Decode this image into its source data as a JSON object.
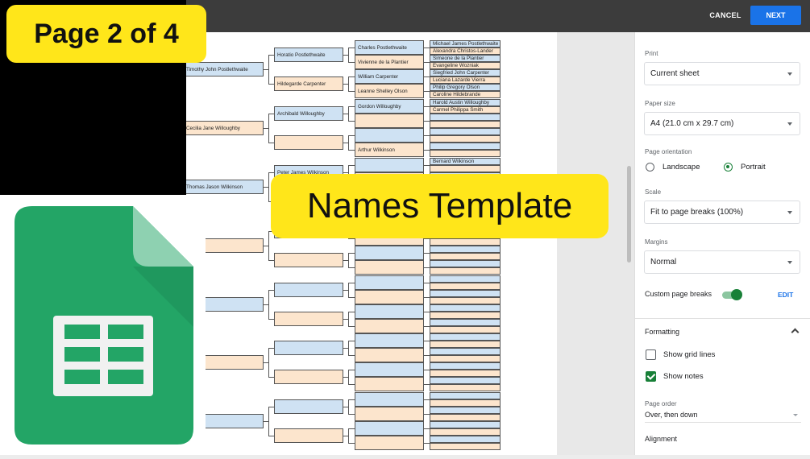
{
  "dialog": {
    "cancel_label": "CANCEL",
    "next_label": "NEXT",
    "accent_color": "#1a73e8",
    "green_color": "#188038"
  },
  "settings": {
    "print_label": "Print",
    "print_value": "Current sheet",
    "paper_size_label": "Paper size",
    "paper_size_value": "A4 (21.0 cm x 29.7 cm)",
    "orientation_label": "Page orientation",
    "landscape_label": "Landscape",
    "portrait_label": "Portrait",
    "orientation_selected": "Portrait",
    "scale_label": "Scale",
    "scale_value": "Fit to page breaks (100%)",
    "margins_label": "Margins",
    "margins_value": "Normal",
    "custom_breaks_label": "Custom page breaks",
    "custom_breaks_on": true,
    "edit_label": "EDIT",
    "formatting_label": "Formatting",
    "grid_lines_label": "Show grid lines",
    "grid_lines_checked": false,
    "notes_label": "Show notes",
    "notes_checked": true,
    "page_order_label": "Page order",
    "page_order_value": "Over, then down",
    "alignment_label": "Alignment"
  },
  "tree": {
    "gen1": [
      "Timothy John Postlethwaite",
      "Cecilia Jane Willoughby",
      "Thomas Jason Wilkinson"
    ],
    "gen2": [
      "Horatio Postlethwaite",
      "Hildegarde Carpenter",
      "Archibald Willoughby",
      "",
      "Peter James Wilkinson"
    ],
    "gen3": [
      "Charles Postlethwaite",
      "Vivienne de la Plantier",
      "William Carpenter",
      "Leanne Shelley Olson",
      "Gordon Willoughby",
      "",
      "",
      "Arthur Wilkinson"
    ],
    "gen4": [
      "Michael James Postlethwaite",
      "Alexandra Christos-Lander",
      "Simeone de la Plantier",
      "Evangeline Wozniak",
      "Siegfried John Carpenter",
      "Luciana Lazarde Vierra",
      "Philip Gregory Olson",
      "Caroline Hildebrande",
      "Harold Austin Willoughby",
      "Carmel Philippa Smith",
      "",
      "",
      "",
      "",
      "",
      "",
      "Bernard Wilkinson"
    ]
  },
  "overlay": {
    "page_badge": "Page 2 of 4",
    "title_badge": "Names Template",
    "badge_color": "#ffe61a"
  },
  "logo": {
    "icon": "google-sheets-icon"
  }
}
